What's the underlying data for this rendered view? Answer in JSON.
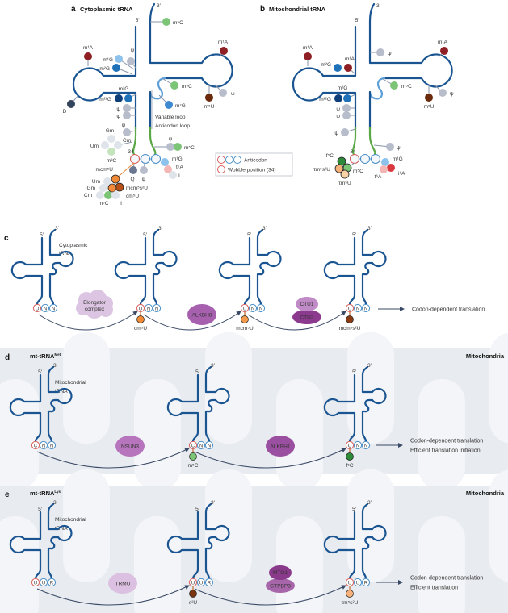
{
  "common": {
    "five": "5′",
    "three": "3′"
  },
  "panel_a": {
    "letter": "a",
    "title": "Cytoplasmic tRNA",
    "position_label": "34",
    "variable_loop": "Variable loop",
    "anticodon_loop": "Anticodon loop",
    "modifications": [
      {
        "label": "m⁵C",
        "color": "#7cc576"
      },
      {
        "label": "m¹A",
        "color": "#8e1f24"
      },
      {
        "label": "m¹G",
        "color": "#8cc2ec"
      },
      {
        "label": "ψ",
        "color": "#b7bdcb"
      },
      {
        "label": "m²G",
        "color": "#1f72b8"
      },
      {
        "label": "D",
        "color": "#34435e"
      },
      {
        "label": "m¹A",
        "color": "#8e1f24"
      },
      {
        "label": "m⁵U",
        "color": "#6b2a0c"
      },
      {
        "label": "ψ",
        "color": "#b7bdcb"
      },
      {
        "label": "m⁵C",
        "color": "#7cc576"
      },
      {
        "label": "m⁷G",
        "color": "#3d8ad0"
      },
      {
        "label": "m²G",
        "color": "#1f72b8"
      },
      {
        "label": "m²²G",
        "color": "#0f3f78"
      },
      {
        "label": "ψ",
        "color": "#b7bdcb"
      },
      {
        "label": "ψ",
        "color": "#b7bdcb"
      },
      {
        "label": "ψ",
        "color": "#b7bdcb"
      },
      {
        "label": "Gm",
        "color": "#dfe3ea"
      },
      {
        "label": "Cm",
        "color": "#dfe3ea"
      },
      {
        "label": "Um",
        "color": "#dfe3ea"
      },
      {
        "label": "m³C",
        "color": "#c3e4bc"
      },
      {
        "label": "Q",
        "color": "#6b7790"
      },
      {
        "label": "ψ",
        "color": "#b7bdcb"
      },
      {
        "label": "ψ",
        "color": "#b7bdcb"
      },
      {
        "label": "m⁵C",
        "color": "#7cc576"
      },
      {
        "label": "m¹G",
        "color": "#8cc2ec"
      },
      {
        "label": "t⁶A",
        "color": "#f4b6b4"
      },
      {
        "label": "I",
        "color": "#dfe3ea"
      },
      {
        "label": "mcm⁵U",
        "color": "#f08a36"
      },
      {
        "label": "Um",
        "color": "#dfe3ea"
      },
      {
        "label": "Gm",
        "color": "#dfe3ea"
      },
      {
        "label": "mcm⁵s²U",
        "color": "#b8501a"
      },
      {
        "label": "cm⁵U",
        "color": "#f3893a"
      },
      {
        "label": "Cm",
        "color": "#dfe3ea"
      },
      {
        "label": "m⁵C",
        "color": "#7cc576"
      },
      {
        "label": "I",
        "color": "#dfe3ea"
      }
    ]
  },
  "panel_b": {
    "letter": "b",
    "title": "Mitochondrial tRNA",
    "position_label": "34",
    "modifications": [
      {
        "label": "ψ",
        "color": "#b7bdcb"
      },
      {
        "label": "m¹A",
        "color": "#8e1f24"
      },
      {
        "label": "m²G",
        "color": "#1f72b8"
      },
      {
        "label": "m¹A",
        "color": "#8e1f24"
      },
      {
        "label": "m¹A",
        "color": "#8e1f24"
      },
      {
        "label": "m⁵U",
        "color": "#6b2a0c"
      },
      {
        "label": "ψ",
        "color": "#b7bdcb"
      },
      {
        "label": "m⁵C",
        "color": "#7cc576"
      },
      {
        "label": "m²G",
        "color": "#1f72b8"
      },
      {
        "label": "m²²G",
        "color": "#0f3f78"
      },
      {
        "label": "ψ",
        "color": "#b7bdcb"
      },
      {
        "label": "ψ",
        "color": "#b7bdcb"
      },
      {
        "label": "ψ",
        "color": "#b7bdcb"
      },
      {
        "label": "ψ",
        "color": "#b7bdcb"
      },
      {
        "label": "m¹G",
        "color": "#8cc2ec"
      },
      {
        "label": "i⁶A",
        "color": "#d9383f"
      },
      {
        "label": "t⁶A",
        "color": "#f4b6b4"
      },
      {
        "label": "f⁵C",
        "color": "#2f8a3a"
      },
      {
        "label": "τm⁵s²U",
        "color": "#f6b27a"
      },
      {
        "label": "m⁵C",
        "color": "#7cc576"
      },
      {
        "label": "τm⁵U",
        "color": "#f9d3a6"
      }
    ]
  },
  "legend": {
    "anticodon": "Anticodon",
    "wobble": "Wobble position (34)"
  },
  "panel_c": {
    "letter": "c",
    "trna_label": [
      "Cytoplasmic",
      "tRNA"
    ],
    "anticodon": [
      "U",
      "N",
      "N"
    ],
    "steps": [
      {
        "mod": null
      },
      {
        "mod": "cm⁵U",
        "color": "#f08a36"
      },
      {
        "mod": "mcm⁵U",
        "color": "#f39a4c"
      },
      {
        "mod": "mcm⁵s²U",
        "color": "#8a3a12"
      }
    ],
    "enzymes": [
      {
        "names": [
          "Elongator",
          "complex"
        ],
        "color": "#dcc5e2",
        "text_color": "#5e4a68"
      },
      {
        "names": [
          "ALKBH8"
        ],
        "color": "#a660ad",
        "text_color": "#f3e8f5"
      },
      {
        "names": [
          "CTU1",
          "CTU2"
        ],
        "color": "#c18bc7",
        "color2": "#8c3a8e",
        "text_color": "#f3e8f5"
      }
    ],
    "outcome": [
      "Codon-dependent translation"
    ]
  },
  "panel_d": {
    "letter": "d",
    "title": "mt-tRNA",
    "title_sup": "Met",
    "compartment": "Mitochondria",
    "trna_label": [
      "Mitochondrial",
      "tRNA"
    ],
    "anticodon": [
      "C",
      "N",
      "N"
    ],
    "steps": [
      {
        "mod": null
      },
      {
        "mod": "m⁵C",
        "color": "#7cc576"
      },
      {
        "mod": "f⁵C",
        "color": "#2f8a3a"
      }
    ],
    "enzymes": [
      {
        "names": [
          "NSUN3"
        ],
        "color": "#b675bc",
        "text_color": "#f3e8f5"
      },
      {
        "names": [
          "ALKBH1"
        ],
        "color": "#9b4fa0",
        "text_color": "#f3e8f5"
      }
    ],
    "outcome": [
      "Codon-dependent translation",
      "Efficient translation initiation"
    ]
  },
  "panel_e": {
    "letter": "e",
    "title": "mt-tRNA",
    "title_sup": "Lys",
    "compartment": "Mitochondria",
    "trna_label": [
      "Mitochondrial",
      "tRNA"
    ],
    "anticodon": [
      "U",
      "U",
      "R"
    ],
    "steps": [
      {
        "mod": null
      },
      {
        "mod": "s²U",
        "color": "#7a3412"
      },
      {
        "mod": "τm⁵s²U",
        "color": "#f6b27a"
      }
    ],
    "enzymes": [
      {
        "names": [
          "TRMU"
        ],
        "color": "#dcc0e1",
        "text_color": "#5e4a68"
      },
      {
        "names": [
          "MTO1",
          "GTPBP3"
        ],
        "color": "#8a3a8b",
        "color2": "#a866aa",
        "text_color": "#f3e8f5"
      }
    ],
    "outcome": [
      "Codon-dependent translation",
      "Efficient translation"
    ]
  },
  "colors": {
    "strand": "#1a5592",
    "anticodon_stem": "#5aa845",
    "wobble_ring": "#d9605c",
    "anticodon_ring": "#4a90c8",
    "arrow": "#3a4a66",
    "mito_bg": "#e8ebf0",
    "cristae": "#f4f5f8"
  }
}
